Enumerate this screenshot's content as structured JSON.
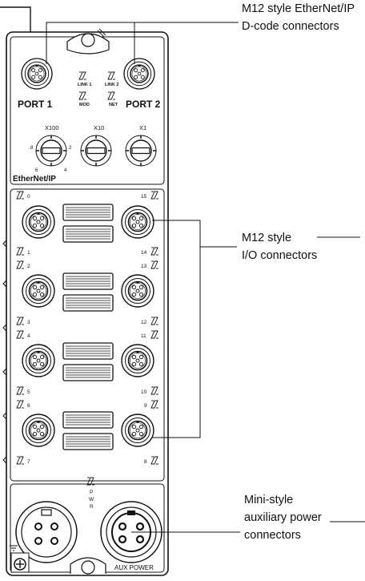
{
  "callouts": {
    "ethernet": {
      "line1": "M12 style EtherNet/IP",
      "line2": "D-code connectors"
    },
    "io": {
      "line1": "M12 style",
      "line2": "I/O connectors"
    },
    "power": {
      "line1": "Mini-style",
      "line2": "auxiliary power",
      "line3": "connectors"
    }
  },
  "top_panel": {
    "port1": "PORT 1",
    "port2": "PORT 2",
    "link1": "LINK 1",
    "link2": "LINK 2",
    "mod": "MOD",
    "net": "NET",
    "switch_x100": "X100",
    "switch_x10": "X10",
    "switch_x1": "X1",
    "brand": "EtherNet/IP",
    "dial_tick_8": "8",
    "dial_tick_2": "2",
    "dial_tick_6": "6",
    "dial_tick_4": "4"
  },
  "io_panel": {
    "left_labels": [
      "0",
      "1",
      "2",
      "3",
      "4",
      "5",
      "6",
      "7"
    ],
    "right_labels": [
      "15",
      "14",
      "13",
      "12",
      "11",
      "10",
      "9",
      "8"
    ]
  },
  "bottom_panel": {
    "pwr_p": "P",
    "pwr_w": "W",
    "pwr_r": "R",
    "aux_power": "AUX POWER"
  },
  "icons": [
    "led-indicator-icon",
    "m12-connector-icon",
    "rotary-switch-icon",
    "ground-screw-icon",
    "mini-power-connector-icon"
  ]
}
